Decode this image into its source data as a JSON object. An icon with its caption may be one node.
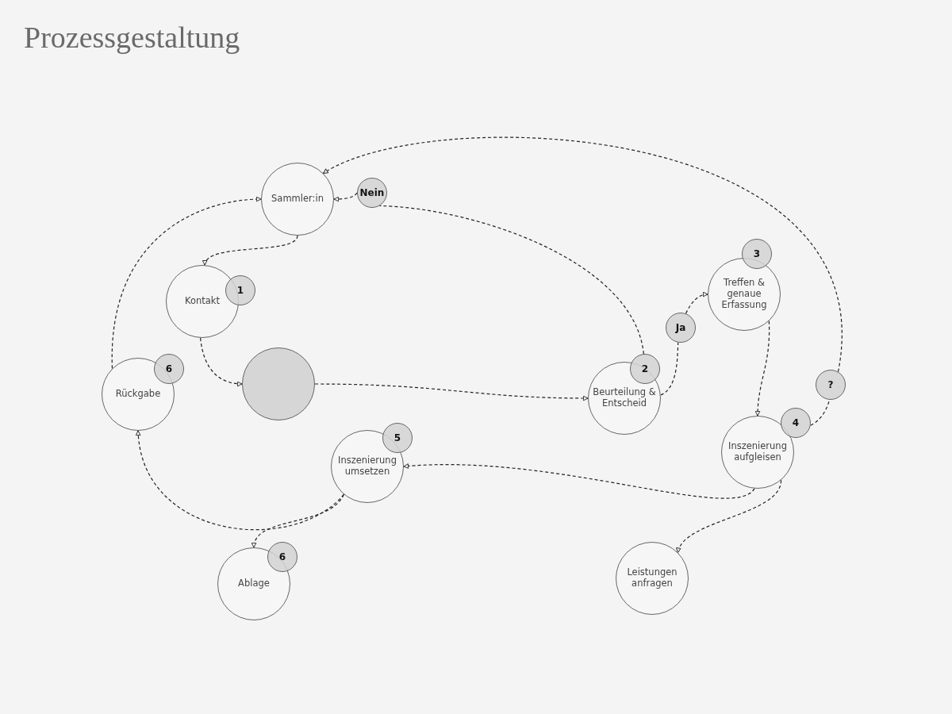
{
  "diagram": {
    "title": "Prozessgestaltung",
    "nodes": [
      {
        "text": [
          "Sammler:in"
        ]
      },
      {
        "text": [
          "Nein"
        ]
      },
      {
        "text": [
          "Kontakt"
        ]
      },
      {
        "text": [
          "1"
        ]
      },
      {
        "text": [
          "Rückgabe"
        ]
      },
      {
        "text": [
          "6"
        ]
      },
      {
        "text": [],
        "shape": "circle"
      },
      {
        "text": [
          "Beurteilung & Entscheid"
        ]
      },
      {
        "text": [
          "2"
        ]
      },
      {
        "text": [
          "Ja"
        ]
      },
      {
        "text": [
          "Treffen & genaue Erfassung"
        ]
      },
      {
        "text": [
          "3"
        ]
      },
      {
        "text": [
          "?"
        ]
      },
      {
        "text": [
          "Inszenierung aufgleisen"
        ]
      },
      {
        "text": [
          "4"
        ]
      },
      {
        "text": [
          "Inszenierung umsetzen"
        ]
      },
      {
        "text": [
          "5"
        ]
      },
      {
        "text": [
          "Ablage"
        ]
      },
      {
        "text": [
          "6"
        ]
      },
      {
        "text": [
          "Leistungen anfragen"
        ]
      }
    ],
    "edges": [
      {
        "from": 0,
        "to": 2,
        "arrow": "to",
        "style": "dashed"
      },
      {
        "from": 2,
        "to": 6,
        "arrow": "to",
        "style": "dashed"
      },
      {
        "from": 6,
        "to": 7,
        "arrow": "to",
        "style": "dashed"
      },
      {
        "from": 8,
        "to": 1,
        "arrow": "none",
        "style": "dashed"
      },
      {
        "from": 1,
        "to": 0,
        "arrow": "to",
        "style": "dashed"
      },
      {
        "from": 7,
        "to": 9,
        "arrow": "none",
        "style": "dashed"
      },
      {
        "from": 9,
        "to": 10,
        "arrow": "to",
        "style": "dashed"
      },
      {
        "from": 10,
        "to": 13,
        "arrow": "to",
        "style": "dashed"
      },
      {
        "from": 14,
        "to": 12,
        "arrow": "none",
        "style": "dashed"
      },
      {
        "from": 12,
        "to": 0,
        "arrow": "to",
        "style": "dashed"
      },
      {
        "from": 13,
        "to": 15,
        "arrow": "to",
        "style": "dashed"
      },
      {
        "from": 13,
        "to": 19,
        "arrow": "to",
        "style": "dashed"
      },
      {
        "from": 15,
        "to": 17,
        "arrow": "to",
        "style": "dashed"
      },
      {
        "from": 15,
        "to": 4,
        "arrow": "to",
        "style": "dashed"
      },
      {
        "from": 4,
        "to": 0,
        "arrow": "to",
        "style": "dashed"
      }
    ]
  }
}
